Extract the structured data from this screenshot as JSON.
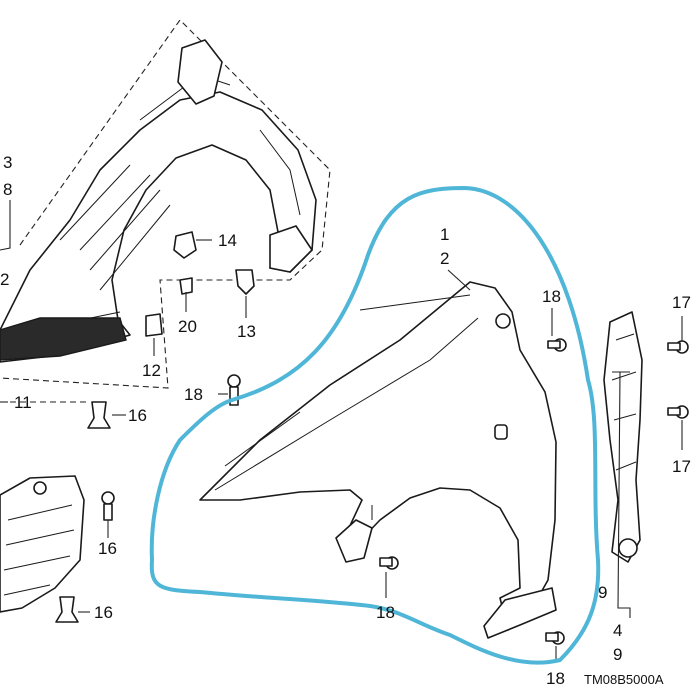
{
  "diagram": {
    "code": "TM08B5000A",
    "highlight_color": "#4fb6d8",
    "labels": {
      "l1": "1",
      "l2": "2",
      "l3": "3",
      "l8": "8",
      "l11": "11",
      "l12": "12",
      "l13": "13",
      "l14": "14",
      "l16a": "16",
      "l16b": "16",
      "l16c": "16",
      "l17a": "17",
      "l17b": "17",
      "l18a": "18",
      "l18b": "18",
      "l18c": "18",
      "l18d": "18",
      "l20": "20",
      "l4": "4",
      "l9a": "9",
      "l9b": "9",
      "l2b": "2"
    },
    "icons": {
      "fender": "front-fender-icon",
      "liner": "inner-fender-liner-icon",
      "bracket": "fender-bracket-icon",
      "bolt": "flange-bolt-icon",
      "clip": "push-clip-icon"
    }
  }
}
